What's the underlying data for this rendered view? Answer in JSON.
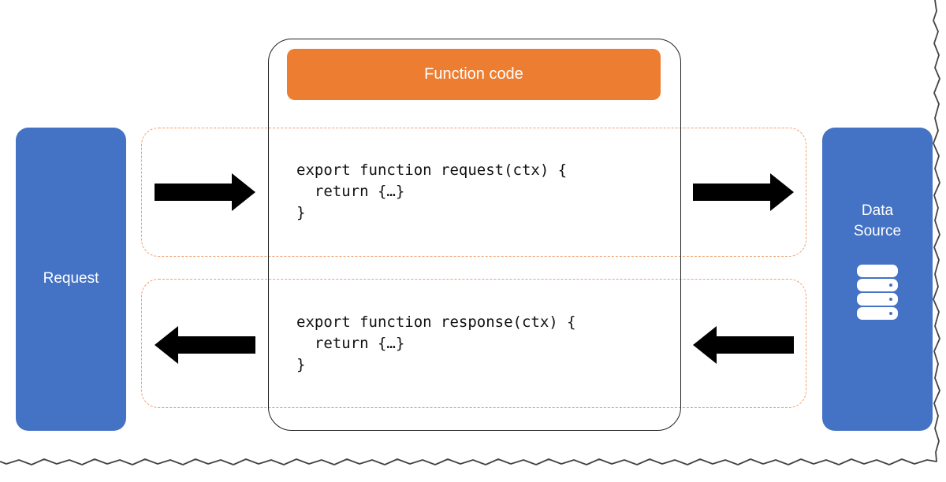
{
  "request_box": {
    "label": "Request"
  },
  "data_source_box": {
    "label_line1": "Data",
    "label_line2": "Source",
    "icon": "database-icon"
  },
  "function_box": {
    "header": "Function code"
  },
  "request_handler": {
    "lines": [
      "export function request(ctx) {",
      "  return {…}",
      "}"
    ]
  },
  "response_handler": {
    "lines": [
      "export function response(ctx) {",
      "  return {…}",
      "}"
    ]
  },
  "colors": {
    "blue_box": "#4472c4",
    "orange_header": "#ed7d31",
    "dashed_border": "#f0a070",
    "arrow": "#000000"
  }
}
